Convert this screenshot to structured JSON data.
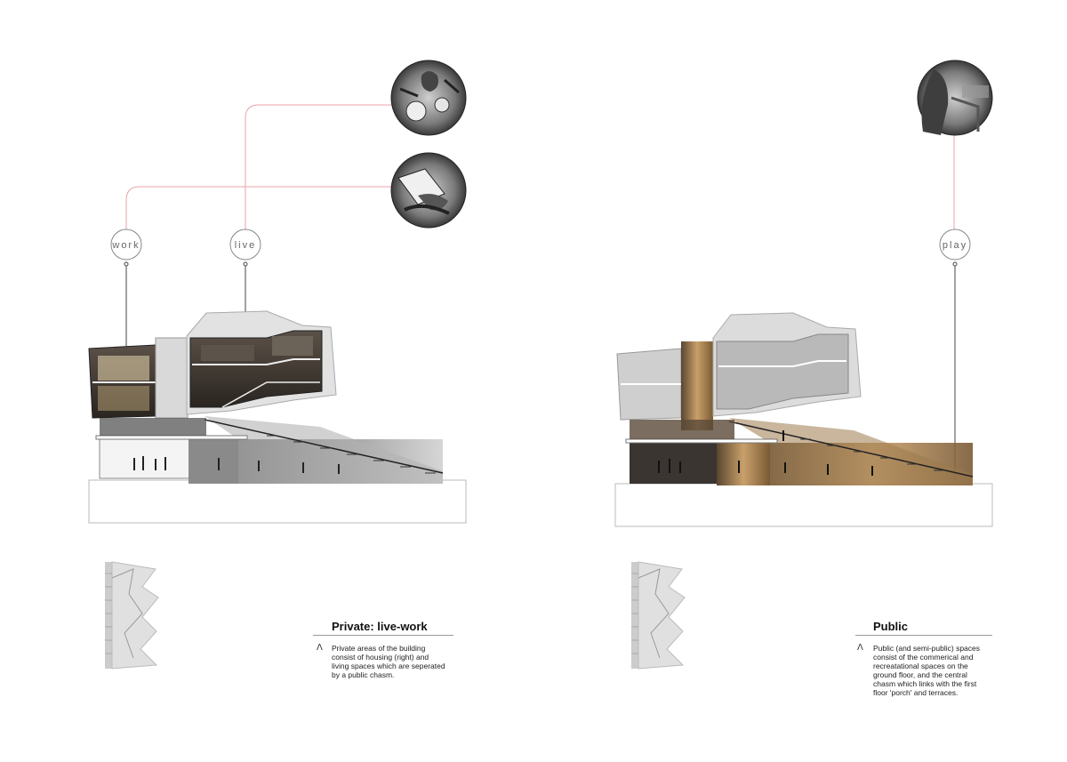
{
  "panels": [
    {
      "id": "private",
      "labels": [
        "work",
        "live"
      ],
      "title": "Private: live-work",
      "caption": "Private areas of the building consist of housing (right) and living spaces which are seperated by a public chasm.",
      "caption_lines": [
        "Private areas of the building",
        "consist of housing (right) and",
        "living spaces which are seperated",
        "by a public chasm."
      ],
      "vignettes": [
        "dining-scene-icon",
        "laptop-typing-icon"
      ]
    },
    {
      "id": "public",
      "labels": [
        "play"
      ],
      "title": "Public",
      "caption": "Public (and semi-public) spaces consist of the commerical and recreatational spaces on the ground floor, and the central chasm which links with the first floor 'porch' and terraces.",
      "caption_lines": [
        "Public (and semi-public) spaces",
        "consist of the commerical and",
        "recreatational spaces on the",
        "ground floor, and the central",
        "chasm  which links with the first",
        "floor 'porch' and terraces."
      ],
      "vignettes": [
        "waterfront-figure-icon"
      ]
    }
  ],
  "colors": {
    "leader_line": "#e8a3a8",
    "building_dark": "#3b3530",
    "building_grey": "#9a9a9a",
    "warm_glow": "#c9a06a"
  }
}
